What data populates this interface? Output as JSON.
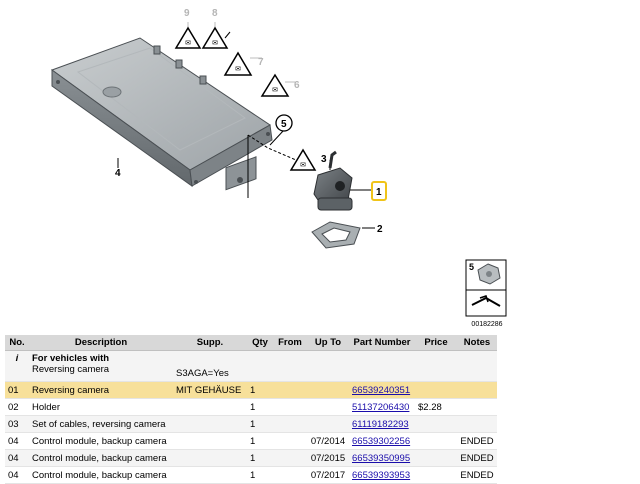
{
  "diagram": {
    "callouts": {
      "n1": "1",
      "n2": "2",
      "n3": "3",
      "n4": "4",
      "n5": "5",
      "n6": "6",
      "n7": "7",
      "n8": "8",
      "n9": "9"
    },
    "legend_number": "5",
    "diagram_id": "00182286"
  },
  "table": {
    "headers": {
      "no": "No.",
      "description": "Description",
      "supp": "Supp.",
      "qty": "Qty",
      "from": "From",
      "upto": "Up To",
      "part_number": "Part Number",
      "price": "Price",
      "notes": "Notes"
    },
    "info_row": {
      "icon": "i",
      "title": "For vehicles with",
      "subtitle": "Reversing camera",
      "supp": "S3AGA=Yes"
    },
    "rows": [
      {
        "no": "01",
        "description": "Reversing camera",
        "supp": "MIT GEHÄUSE",
        "qty": "1",
        "from": "",
        "upto": "",
        "part_number": "66539240351",
        "price": "",
        "notes": ""
      },
      {
        "no": "02",
        "description": "Holder",
        "supp": "",
        "qty": "1",
        "from": "",
        "upto": "",
        "part_number": "51137206430",
        "price": "$2.28",
        "notes": ""
      },
      {
        "no": "03",
        "description": "Set of cables, reversing camera",
        "supp": "",
        "qty": "1",
        "from": "",
        "upto": "",
        "part_number": "61119182293",
        "price": "",
        "notes": ""
      },
      {
        "no": "04",
        "description": "Control module, backup camera",
        "supp": "",
        "qty": "1",
        "from": "",
        "upto": "07/2014",
        "part_number": "66539302256",
        "price": "",
        "notes": "ENDED"
      },
      {
        "no": "04",
        "description": "Control module, backup camera",
        "supp": "",
        "qty": "1",
        "from": "",
        "upto": "07/2015",
        "part_number": "66539350995",
        "price": "",
        "notes": "ENDED"
      },
      {
        "no": "04",
        "description": "Control module, backup camera",
        "supp": "",
        "qty": "1",
        "from": "",
        "upto": "07/2017",
        "part_number": "66539393953",
        "price": "",
        "notes": "ENDED"
      }
    ]
  }
}
